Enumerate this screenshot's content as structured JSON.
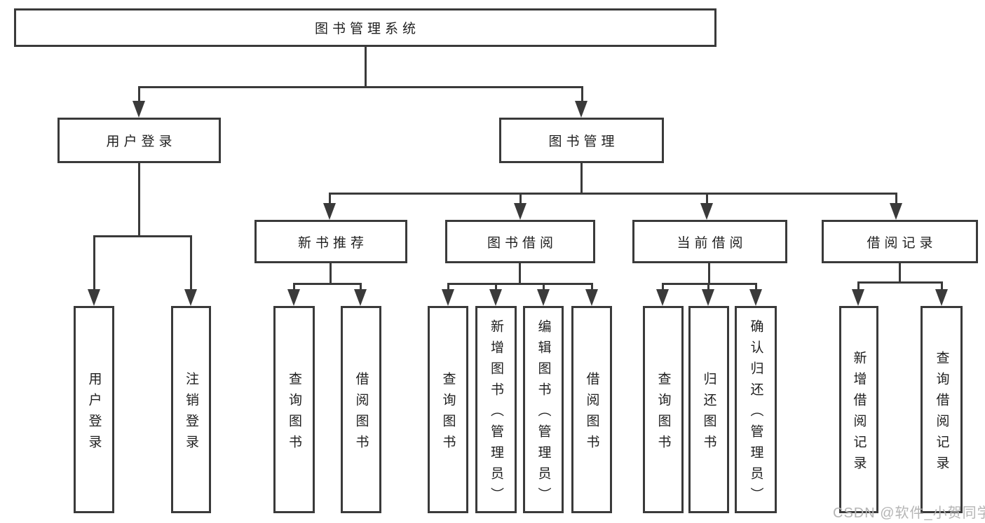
{
  "diagram": {
    "title": "图书管理系统",
    "root": {
      "label": "图书管理系统"
    },
    "branches": [
      {
        "label": "用户登录",
        "children": [
          {
            "label": "用户登录"
          },
          {
            "label": "注销登录"
          }
        ]
      },
      {
        "label": "图书管理",
        "sections": [
          {
            "label": "新书推荐",
            "children": [
              {
                "label": "查询图书"
              },
              {
                "label": "借阅图书"
              }
            ]
          },
          {
            "label": "图书借阅",
            "children": [
              {
                "label": "查询图书"
              },
              {
                "label": "新增图书（管理员）"
              },
              {
                "label": "编辑图书（管理员）"
              },
              {
                "label": "借阅图书"
              }
            ]
          },
          {
            "label": "当前借阅",
            "children": [
              {
                "label": "查询图书"
              },
              {
                "label": "归还图书"
              },
              {
                "label": "确认归还（管理员）"
              }
            ]
          },
          {
            "label": "借阅记录",
            "children": [
              {
                "label": "新增借阅记录"
              },
              {
                "label": "查询借阅记录"
              }
            ]
          }
        ]
      }
    ]
  },
  "watermark": {
    "text": "CSDN @软件_小贺同学"
  },
  "colors": {
    "line": "#3a3a3a",
    "text": "#1f1f1f",
    "watermark": "#b5b5b5",
    "background": "#ffffff"
  }
}
